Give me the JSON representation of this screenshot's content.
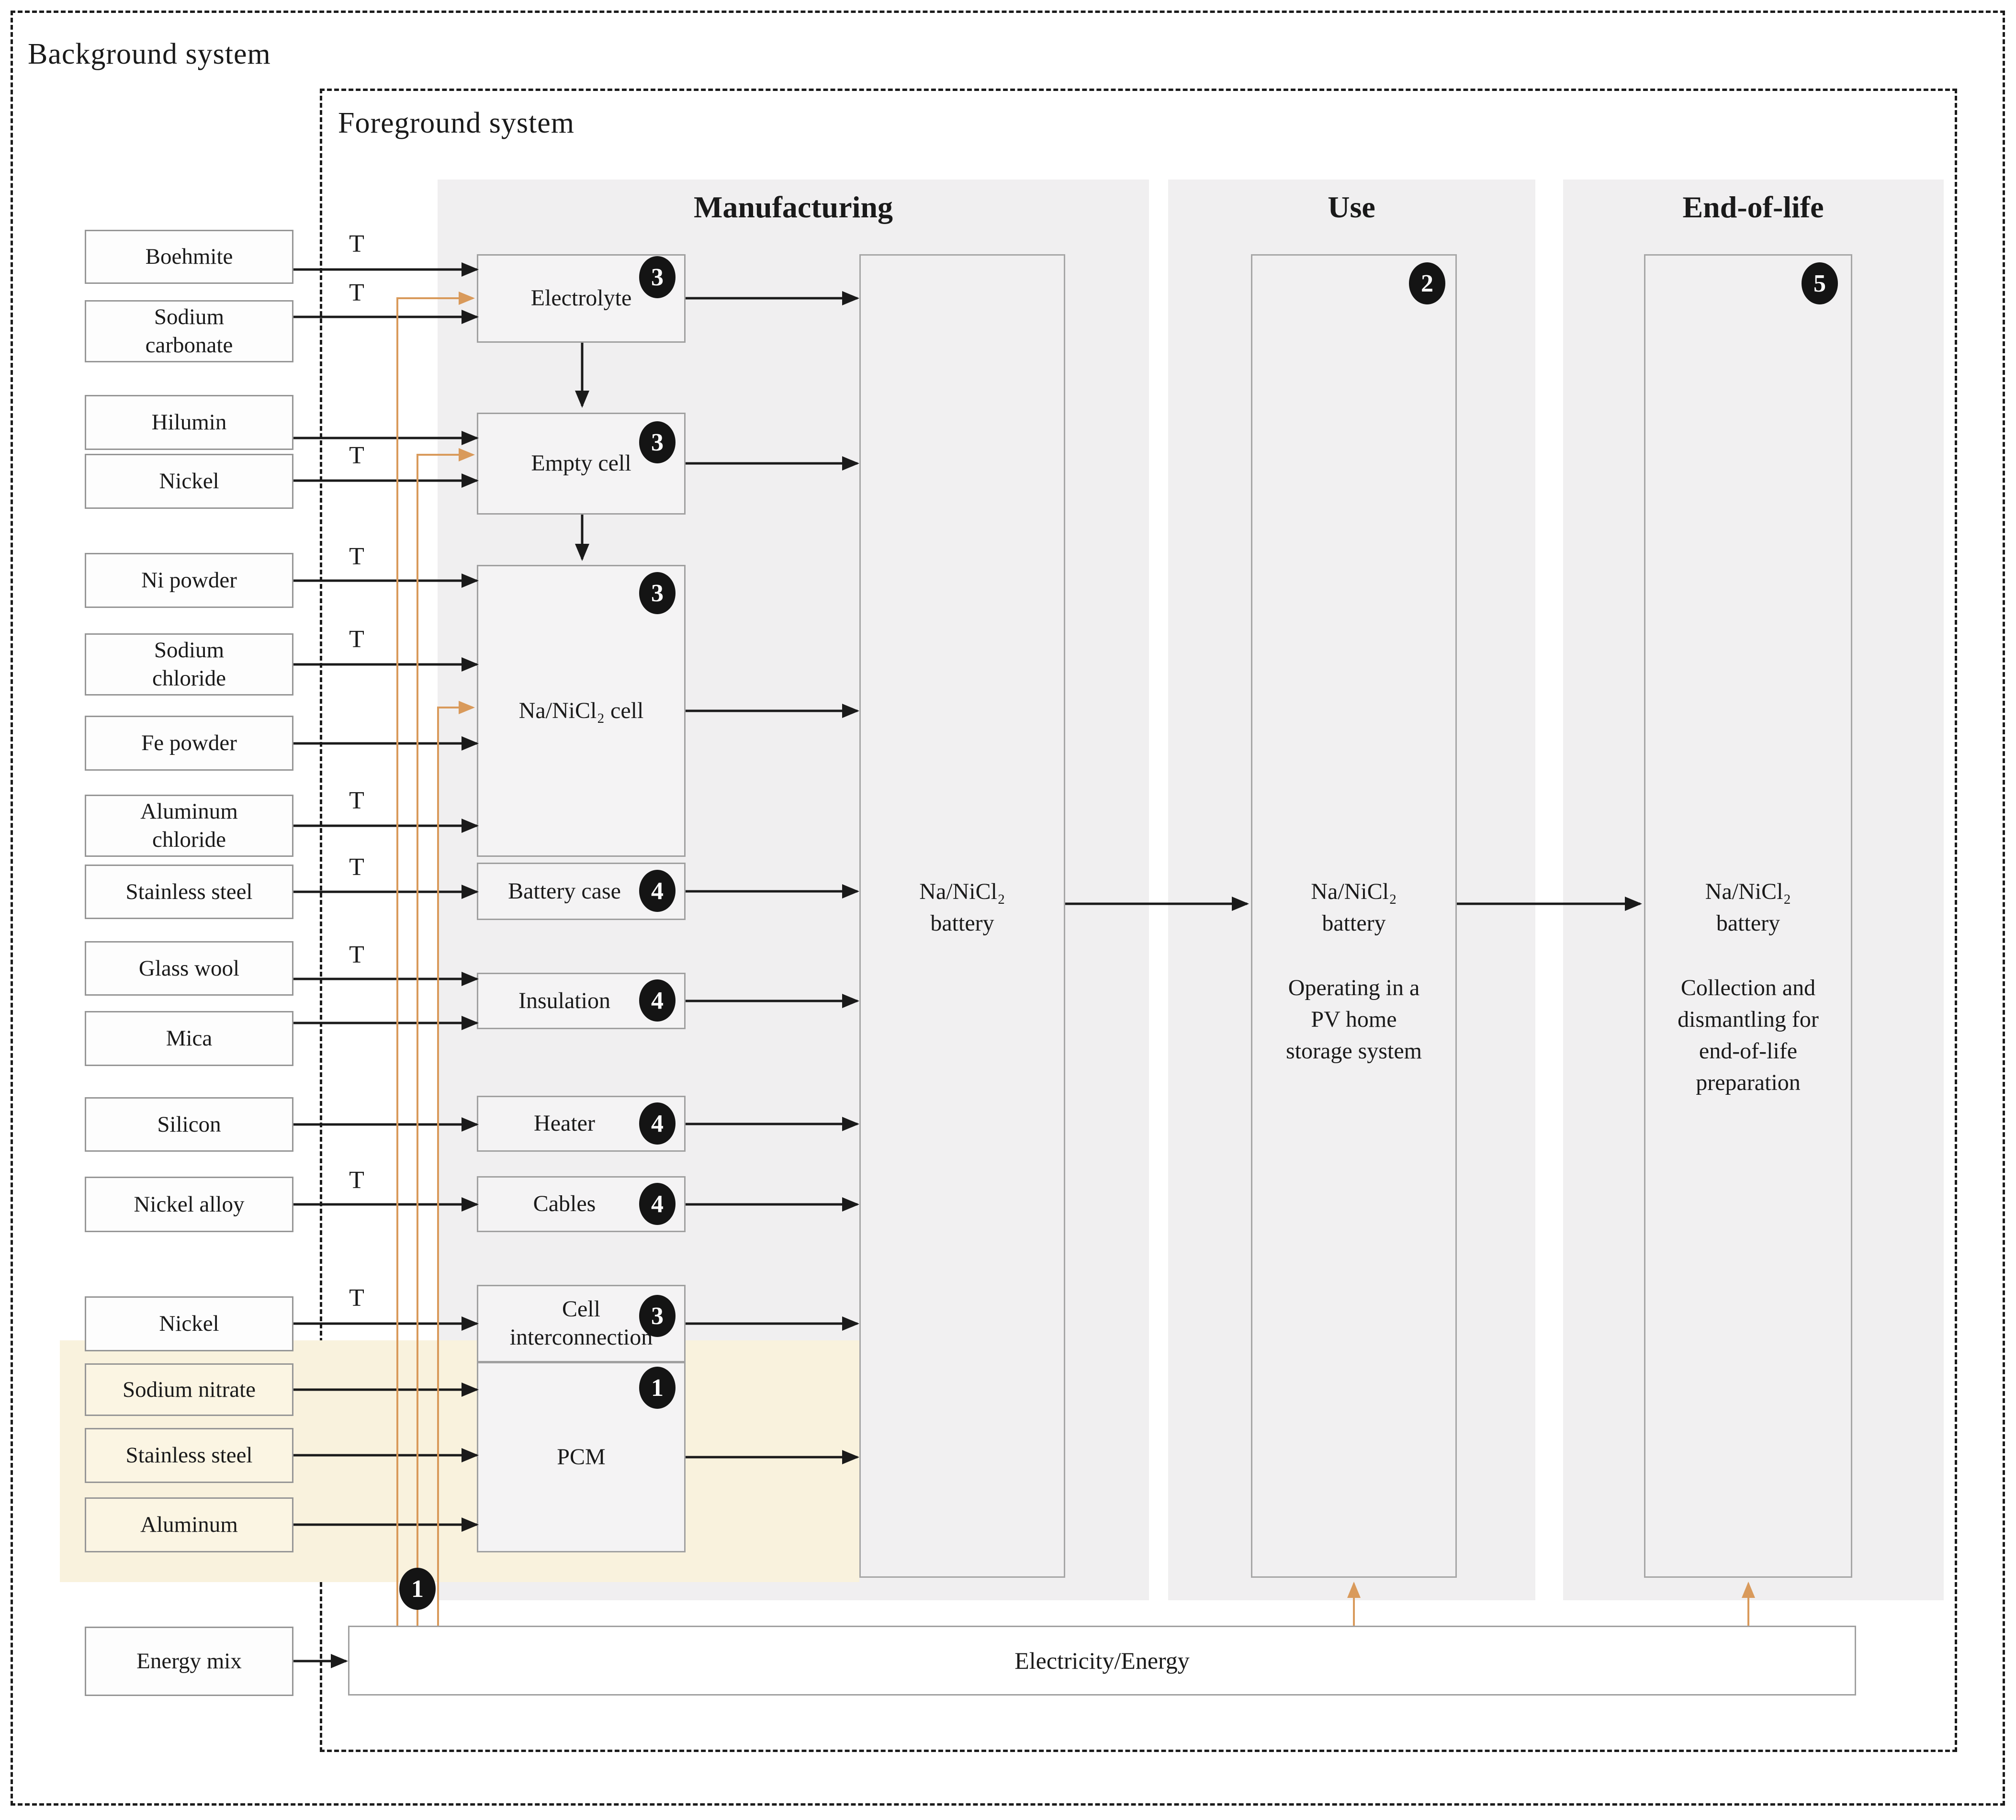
{
  "system": {
    "background_label": "Background system",
    "foreground_label": "Foreground system"
  },
  "phases": {
    "manufacturing": "Manufacturing",
    "use": "Use",
    "end_of_life": "End-of-life"
  },
  "transport_label": "T",
  "inputs": [
    {
      "label": "Boehmite",
      "transport": true
    },
    {
      "label": "Sodium\ncarbonate",
      "transport": true
    },
    {
      "label": "Hilumin",
      "transport": false
    },
    {
      "label": "Nickel",
      "transport": true
    },
    {
      "label": "Ni powder",
      "transport": true
    },
    {
      "label": "Sodium\nchloride",
      "transport": true
    },
    {
      "label": "Fe powder",
      "transport": false
    },
    {
      "label": "Aluminum\nchloride",
      "transport": true
    },
    {
      "label": "Stainless steel",
      "transport": true
    },
    {
      "label": "Glass wool",
      "transport": true
    },
    {
      "label": "Mica",
      "transport": false
    },
    {
      "label": "Silicon",
      "transport": false
    },
    {
      "label": "Nickel alloy",
      "transport": true
    },
    {
      "label": "Nickel",
      "transport": true
    },
    {
      "label": "Sodium nitrate",
      "transport": false
    },
    {
      "label": "Stainless steel",
      "transport": false
    },
    {
      "label": "Aluminum",
      "transport": false
    },
    {
      "label": "Energy mix",
      "transport": false
    }
  ],
  "components": [
    {
      "label": "Electrolyte",
      "badge": "3"
    },
    {
      "label": "Empty cell",
      "badge": "3"
    },
    {
      "label": "Na/NiCl₂ cell",
      "badge": "3"
    },
    {
      "label": "Battery case",
      "badge": "4"
    },
    {
      "label": "Insulation",
      "badge": "4"
    },
    {
      "label": "Heater",
      "badge": "4"
    },
    {
      "label": "Cables",
      "badge": "4"
    },
    {
      "label": "Cell\ninterconnection",
      "badge": "3"
    },
    {
      "label": "PCM",
      "badge": "1"
    }
  ],
  "stages": {
    "manufacturing_output": {
      "label": "Na/NiCl₂\nbattery"
    },
    "use": {
      "label": "Na/NiCl₂\nbattery",
      "description": "Operating in a\nPV home\nstorage system",
      "badge": "2"
    },
    "end_of_life": {
      "label": "Na/NiCl₂\nbattery",
      "description": "Collection and\ndismantling for\nend-of-life\npreparation",
      "badge": "5"
    }
  },
  "energy": {
    "bus_label": "Electricity/Energy",
    "badge": "1"
  },
  "colors": {
    "accent_orange": "#D99A5B",
    "highlight_cream": "#F9F2DD",
    "panel_gray": "#F0EFF0",
    "badge_black": "#141414"
  }
}
